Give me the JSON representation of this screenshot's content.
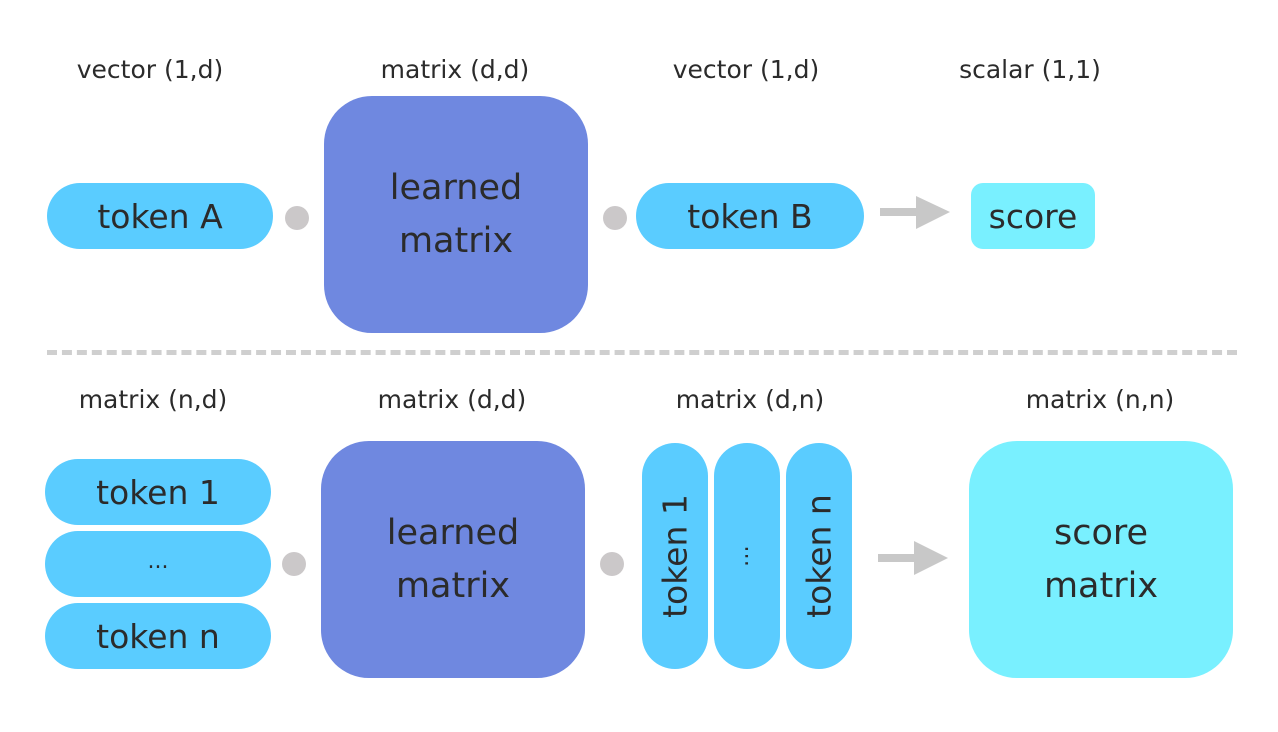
{
  "top_row": {
    "labels": [
      "vector (1,d)",
      "matrix (d,d)",
      "vector (1,d)",
      "scalar (1,1)"
    ],
    "token_a": "token A",
    "learned_line1": "learned",
    "learned_line2": "matrix",
    "token_b": "token B",
    "score": "score"
  },
  "bottom_row": {
    "labels": [
      "matrix (n,d)",
      "matrix (d,d)",
      "matrix (d,n)",
      "matrix (n,n)"
    ],
    "row_tokens": [
      "token 1",
      "...",
      "token n"
    ],
    "learned_line1": "learned",
    "learned_line2": "matrix",
    "col_tokens": [
      "token 1",
      "⋯",
      "token n"
    ],
    "score_line1": "score",
    "score_line2": "matrix"
  },
  "colors": {
    "token": "#5accff",
    "learned": "#6f88e0",
    "score": "#79f0ff",
    "operator": "#cbc8c9",
    "arrow": "#c8c8c8",
    "divider": "#cfcfcf"
  }
}
